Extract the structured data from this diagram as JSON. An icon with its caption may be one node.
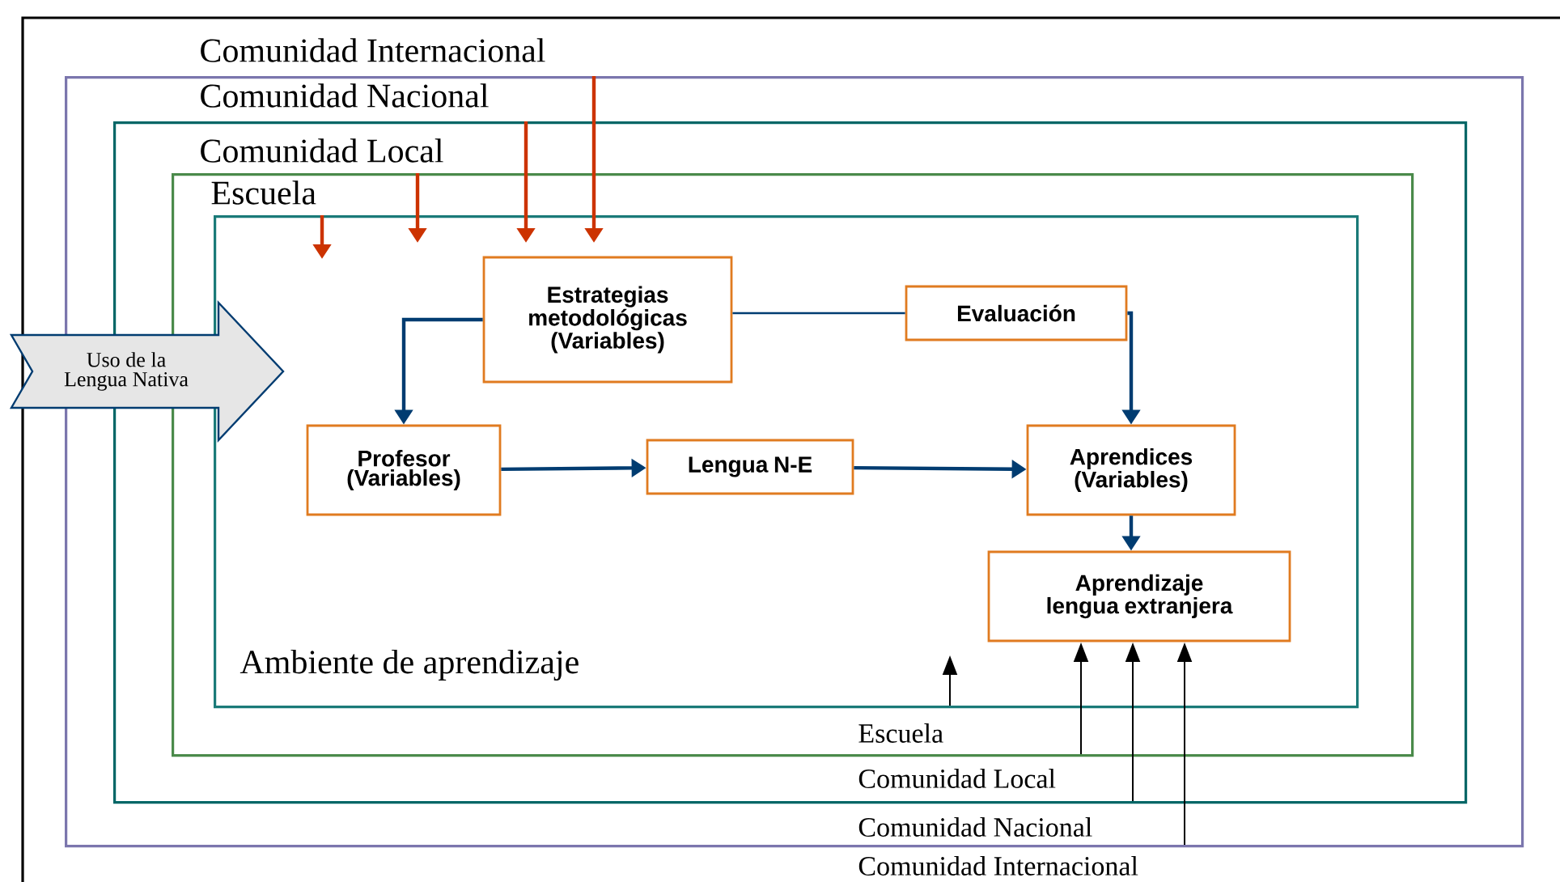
{
  "diagram": {
    "nodes": [
      {
        "text": [
          "Comunidad Internacional"
        ],
        "beside": [
          "Comunidad Internacional"
        ]
      },
      {
        "text": [
          "Comunidad Nacional"
        ],
        "beside": [
          "Comunidad Nacional"
        ],
        "in": 0
      },
      {
        "text": [
          "Comunidad Local"
        ],
        "beside": [
          "Comunidad Local"
        ],
        "in": 1
      },
      {
        "text": [
          "Escuela",
          "Ambiente de aprendizaje"
        ],
        "beside": [
          "Escuela"
        ],
        "in": 2
      },
      {
        "text": [
          "Uso de la Lengua Nativa"
        ]
      },
      {
        "text": [
          "Estrategias metodológicas (Variables)"
        ],
        "in": 3
      },
      {
        "text": [
          "Evaluación"
        ],
        "in": 3
      },
      {
        "text": [
          "Profesor (Variables)"
        ],
        "in": 3
      },
      {
        "text": [
          "Lengua N-E"
        ],
        "in": 3
      },
      {
        "text": [
          "Aprendices (Variables)"
        ],
        "in": 3
      },
      {
        "text": [
          "Aprendizaje lengua extranjera"
        ],
        "in": 3
      }
    ],
    "edges": [
      {
        "from": 5,
        "to": 6,
        "arrow": "none"
      },
      {
        "from": 5,
        "to": 7,
        "arrow": "to"
      },
      {
        "from": 6,
        "to": 9,
        "arrow": "to"
      },
      {
        "from": 7,
        "to": 8,
        "arrow": "to"
      },
      {
        "from": 8,
        "to": 9,
        "arrow": "to"
      },
      {
        "from": 9,
        "to": 10,
        "arrow": "to"
      },
      {
        "from": 3,
        "to": null,
        "arrow": "to",
        "color": "#cc3300"
      },
      {
        "from": 2,
        "to": 3,
        "arrow": "to",
        "color": "#cc3300"
      },
      {
        "from": 1,
        "to": 3,
        "arrow": "to",
        "color": "#cc3300"
      },
      {
        "from": 0,
        "to": 3,
        "arrow": "to",
        "color": "#cc3300"
      },
      {
        "from": 3,
        "to": null,
        "arrow": "to",
        "color": "#000000"
      },
      {
        "from": 2,
        "to": 10,
        "arrow": "to",
        "color": "#000000"
      },
      {
        "from": 1,
        "to": 10,
        "arrow": "to",
        "color": "#000000"
      },
      {
        "from": 0,
        "to": 10,
        "arrow": "to",
        "color": "#000000"
      }
    ]
  }
}
